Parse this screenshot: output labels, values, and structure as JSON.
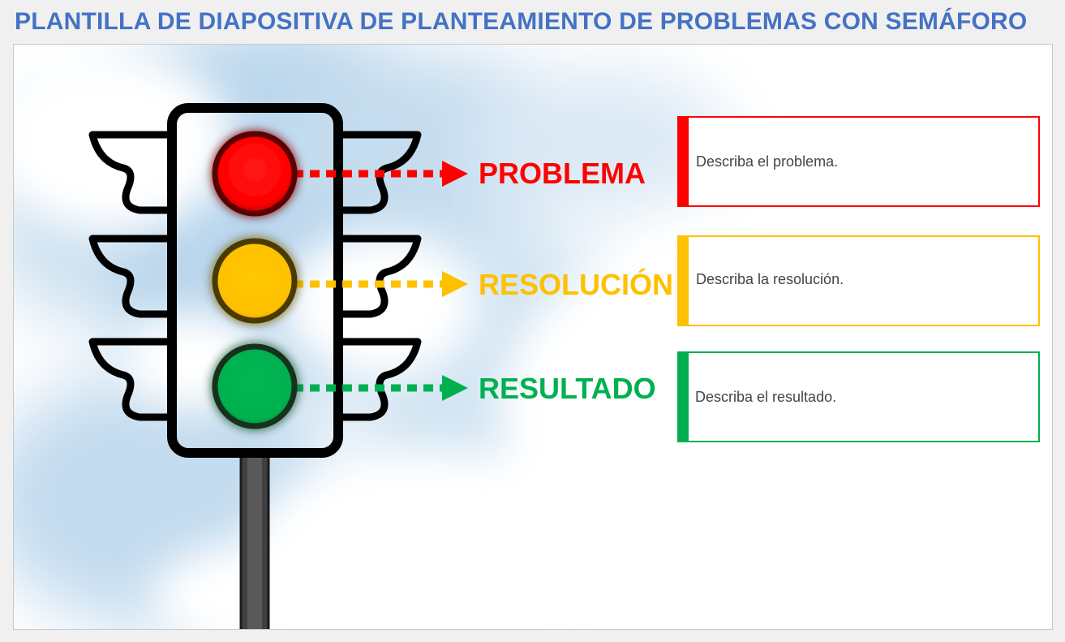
{
  "title": "PLANTILLA DE DIAPOSITIVA DE PLANTEAMIENTO DE PROBLEMAS CON SEMÁFORO",
  "colors": {
    "title": "#4472c4",
    "red": "#ff0000",
    "yellow": "#ffc000",
    "green": "#00b050",
    "outline": "#000000",
    "pole": "#3f3f3f"
  },
  "icons": {
    "traffic_light": "traffic-light-icon",
    "arrow": "arrow-right-icon"
  },
  "stages": [
    {
      "label": "PROBLEMA",
      "description": "Describa el problema.",
      "color": "#ff0000"
    },
    {
      "label": "RESOLUCIÓN",
      "description": "Describa la resolución.",
      "color": "#ffc000"
    },
    {
      "label": "RESULTADO",
      "description": "Describa el resultado.",
      "color": "#00b050"
    }
  ]
}
